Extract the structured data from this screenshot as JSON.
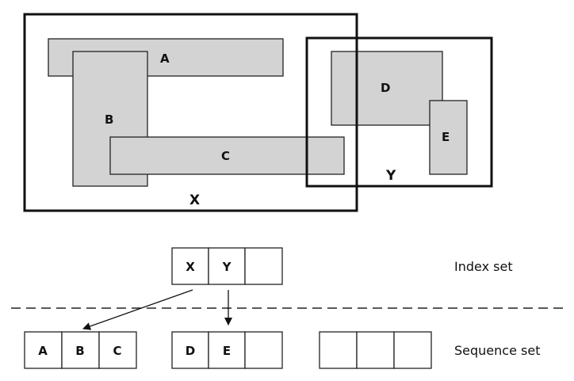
{
  "regions": {
    "x_label": "X",
    "y_label": "Y"
  },
  "objects": {
    "a": "A",
    "b": "B",
    "c": "C",
    "d": "D",
    "e": "E"
  },
  "index_set": {
    "label": "Index set",
    "cells": [
      "X",
      "Y",
      ""
    ]
  },
  "sequence_set": {
    "label": "Sequence set",
    "nodes": [
      {
        "cells": [
          "A",
          "B",
          "C"
        ]
      },
      {
        "cells": [
          "D",
          "E",
          ""
        ]
      },
      {
        "cells": [
          "",
          "",
          ""
        ]
      }
    ]
  },
  "colors": {
    "object_fill": "#d3d3d3",
    "stroke": "#111111"
  }
}
